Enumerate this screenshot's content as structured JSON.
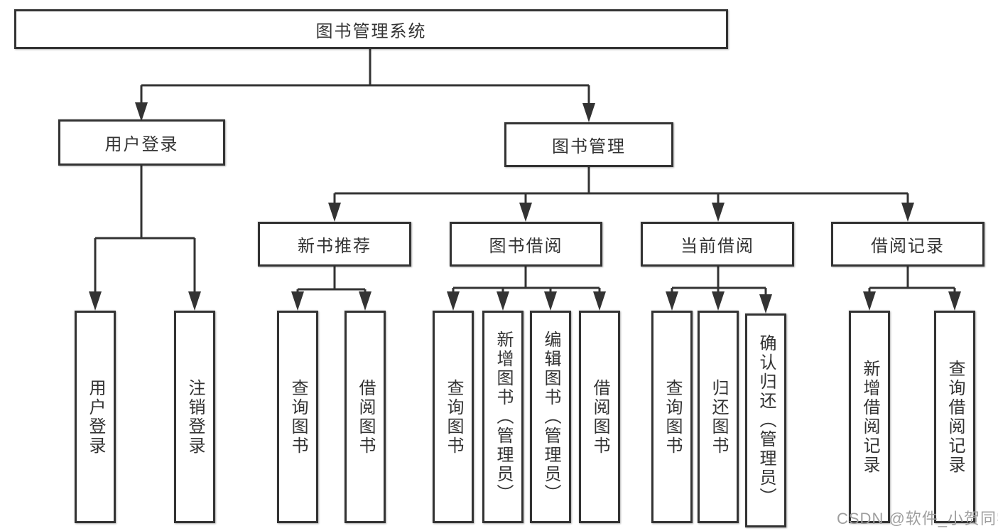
{
  "diagram": {
    "type": "tree",
    "root": {
      "label": "图书管理系统"
    },
    "branches": [
      {
        "label": "用户登录",
        "children": [
          {
            "label": "用户登录"
          },
          {
            "label": "注销登录"
          }
        ]
      },
      {
        "label": "图书管理",
        "children": [
          {
            "label": "新书推荐",
            "children": [
              {
                "label": "查询图书"
              },
              {
                "label": "借阅图书"
              }
            ]
          },
          {
            "label": "图书借阅",
            "children": [
              {
                "label": "查询图书"
              },
              {
                "label": "新增图书（管理员）"
              },
              {
                "label": "编辑图书（管理员）"
              },
              {
                "label": "借阅图书"
              }
            ]
          },
          {
            "label": "当前借阅",
            "children": [
              {
                "label": "查询图书"
              },
              {
                "label": "归还图书"
              },
              {
                "label": "确认归还（管理员）"
              }
            ]
          },
          {
            "label": "借阅记录",
            "children": [
              {
                "label": "新增借阅记录"
              },
              {
                "label": "查询借阅记录"
              }
            ]
          }
        ]
      }
    ]
  },
  "watermark": {
    "text": "CSDN @软件_小贺同学"
  },
  "colors": {
    "line": "#333333",
    "box_border": "#333333",
    "text": "#333333",
    "background": "#ffffff",
    "watermark": "#9e9e9e"
  }
}
